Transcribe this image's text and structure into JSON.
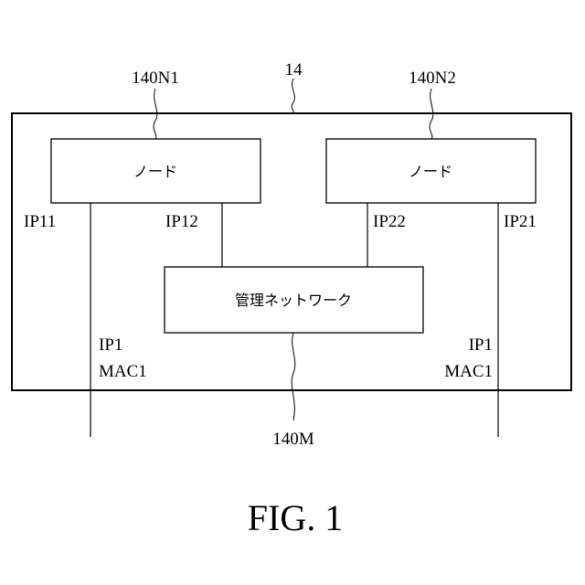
{
  "outer": {
    "ref": "14"
  },
  "nodes": [
    {
      "ref": "140N1",
      "label": "ノード",
      "left_ip": "IP11",
      "right_ip": "IP12"
    },
    {
      "ref": "140N2",
      "label": "ノード",
      "left_ip": "IP22",
      "right_ip": "IP21"
    }
  ],
  "management": {
    "ref": "140M",
    "label": "管理ネットワーク"
  },
  "external": {
    "left": {
      "ip": "IP1",
      "mac": "MAC1"
    },
    "right": {
      "ip": "IP1",
      "mac": "MAC1"
    }
  },
  "figure": {
    "caption": "FIG. 1"
  }
}
